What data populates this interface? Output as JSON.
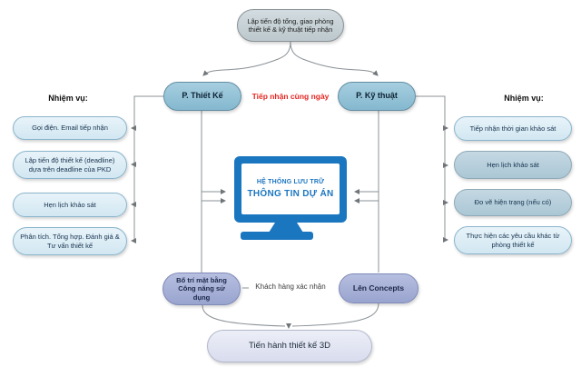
{
  "top_note": {
    "label": "Lập tiến độ tổng, giao phòng thiết kế & kỹ thuật tiếp nhận"
  },
  "departments": {
    "design_label": "P. Thiết Kế",
    "technical_label": "P. Kỹ thuật",
    "same_day_note": "Tiếp nhận cùng ngày"
  },
  "left_tasks": {
    "title": "Nhiệm vụ:",
    "items": [
      "Gọi điện. Email tiếp nhận",
      "Lập tiến độ thiết kế (deadline) dựa trên deadline của PKD",
      "Hẹn lịch khảo sát",
      "Phân tích. Tổng hợp. Đánh giá & Tư vấn thiết kế"
    ]
  },
  "right_tasks": {
    "title": "Nhiệm vụ:",
    "items": [
      "Tiếp nhận thời gian khảo sát",
      "Hẹn lịch khảo sát",
      "Đo vẽ hiện trạng (nếu có)",
      "Thực hiện các yêu cầu khác từ phòng thiết kế"
    ]
  },
  "storage_system": {
    "line1": "HỆ THỐNG LƯU TRỮ",
    "line2": "THÔNG TIN DỰ ÁN"
  },
  "workflow": {
    "layout_step": "Bố trí mặt bằng Công năng sử dụng",
    "client_confirm": "Khách hàng xác nhận",
    "concepts_step": "Lên Concepts",
    "final_step": "Tiến hành thiết kế 3D"
  },
  "colors": {
    "top_pill": "#c3ced3",
    "department_pill": "#8fc0d5",
    "task_pill_light": "#d9ebf4",
    "task_pill_medium": "#b3ccd9",
    "lavender_pill": "#a5afd5",
    "final_pill": "#e1e4f1",
    "monitor_blue": "#1b76c0",
    "note_red": "#e52520",
    "connector_gray": "#8b9196"
  }
}
